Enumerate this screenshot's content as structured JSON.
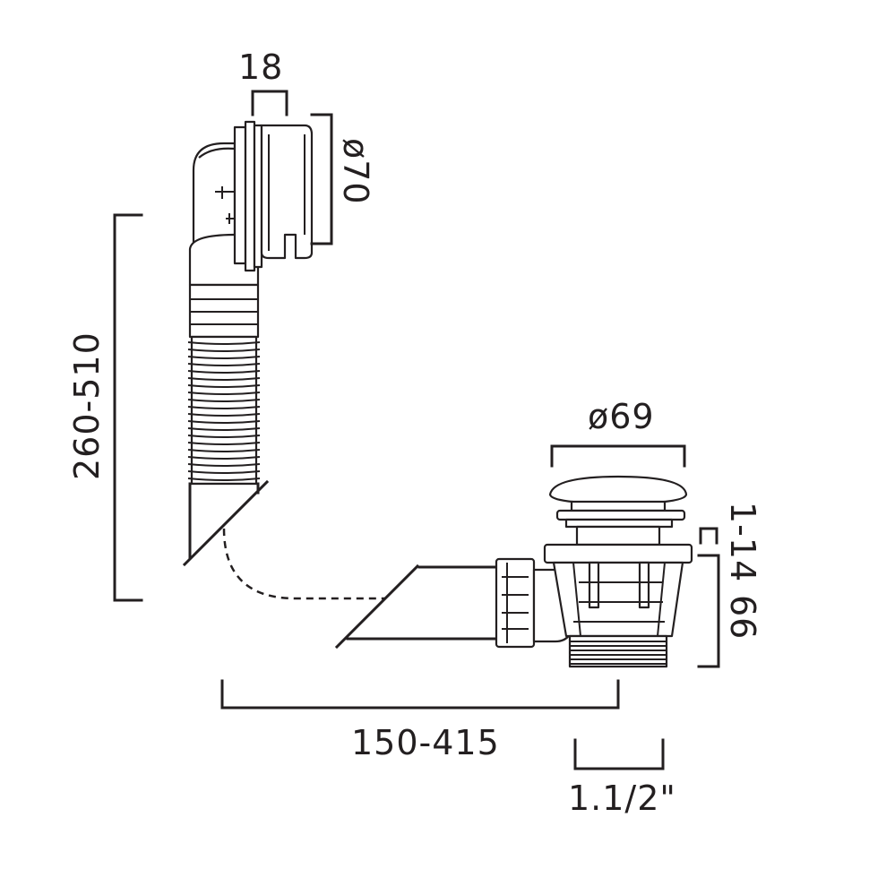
{
  "dimensions": {
    "overflow_width": "18",
    "overflow_diameter": "ø70",
    "height_range": "260-510",
    "waste_diameter": "ø69",
    "deck_thickness": "1-14",
    "waste_height": "66",
    "length_range": "150-415",
    "thread_size": "1.1/2\""
  }
}
